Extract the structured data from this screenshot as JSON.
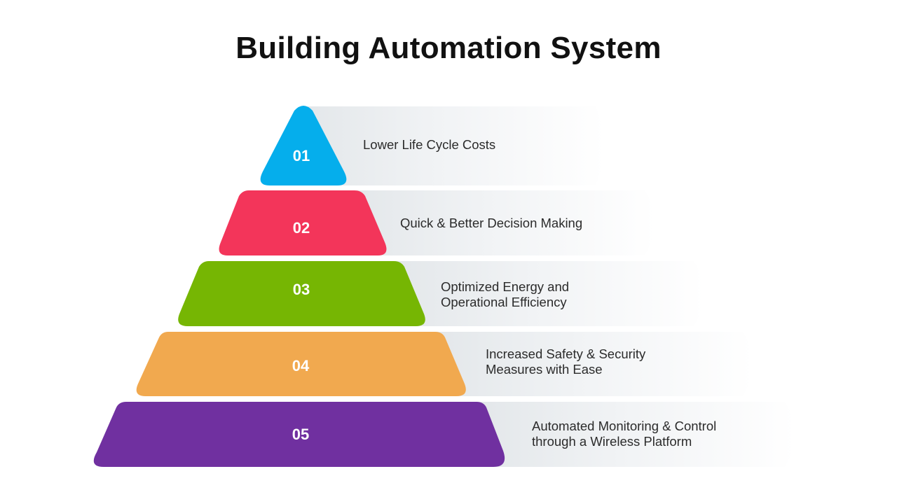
{
  "title": "Building Automation System",
  "levels": [
    {
      "number": "01",
      "label": "Lower Life Cycle Costs",
      "color": "#05aeec"
    },
    {
      "number": "02",
      "label": "Quick & Better Decision Making",
      "color": "#f3355a"
    },
    {
      "number": "03",
      "label": "Optimized Energy and\nOperational Efficiency",
      "color": "#76b603"
    },
    {
      "number": "04",
      "label": "Increased Safety & Security\nMeasures with Ease",
      "color": "#f1a94f"
    },
    {
      "number": "05",
      "label": "Automated Monitoring & Control\nthrough a Wireless Platform",
      "color": "#7030a0"
    }
  ]
}
